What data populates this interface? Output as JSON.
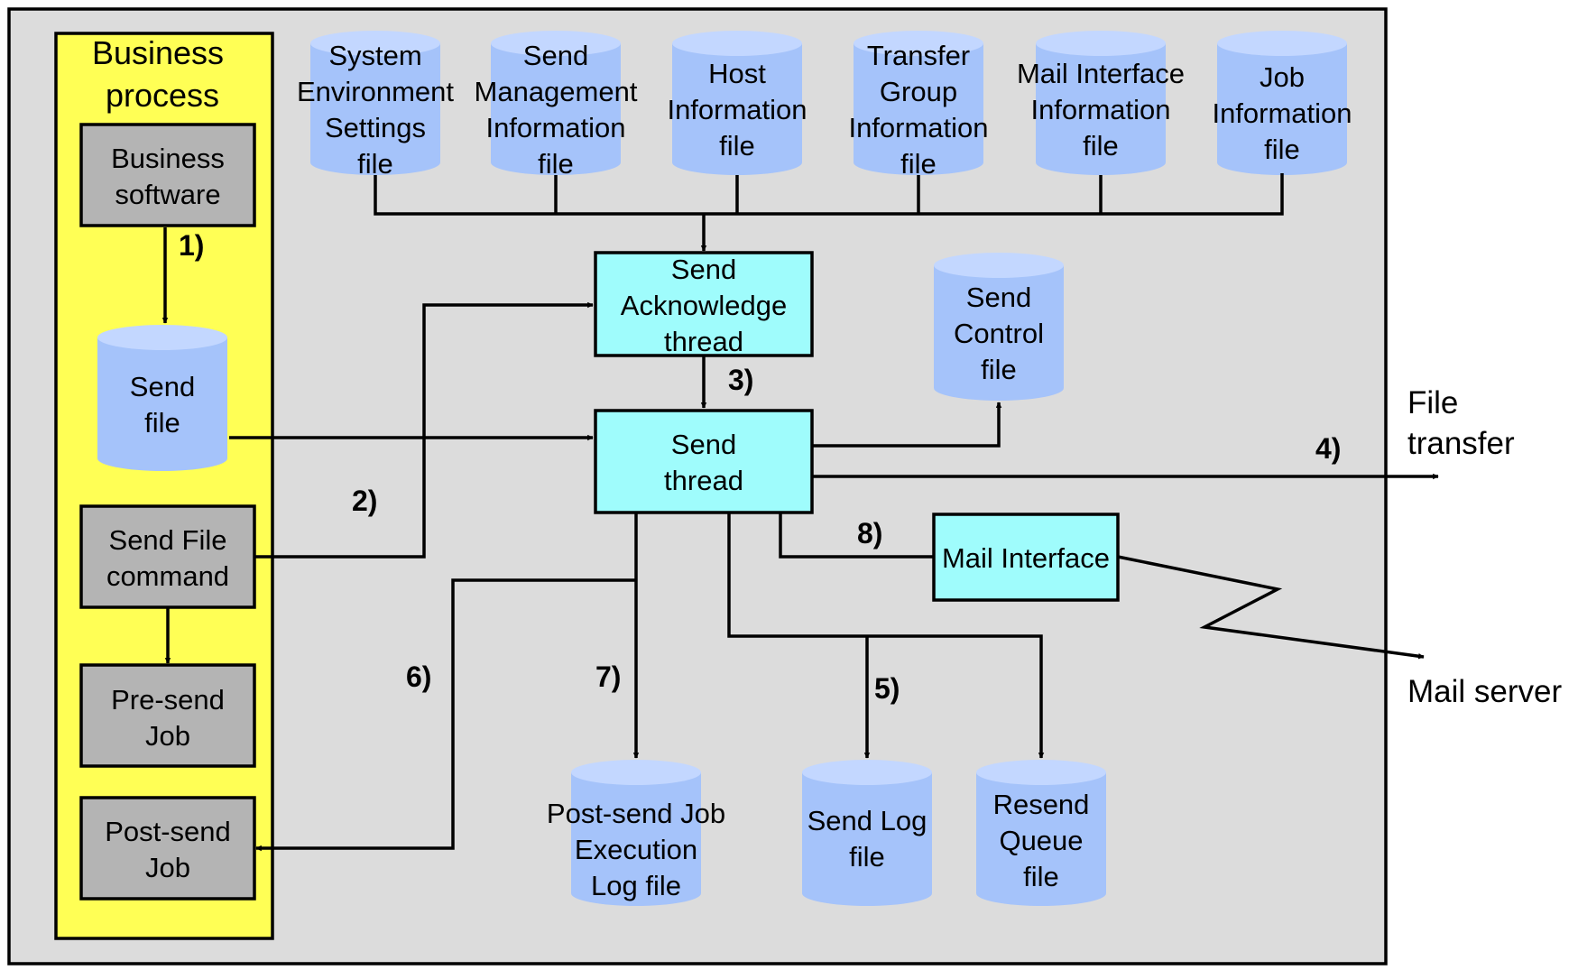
{
  "business_process": {
    "title": [
      "Business",
      "process"
    ],
    "business_software": [
      "Business",
      "software"
    ],
    "send_file": [
      "Send",
      "file"
    ],
    "send_file_command": [
      "Send File",
      "command"
    ],
    "pre_send_job": [
      "Pre-send",
      "Job"
    ],
    "post_send_job": [
      "Post-send",
      "Job"
    ]
  },
  "files": {
    "system_env": [
      "System",
      "Environment",
      "Settings",
      "file"
    ],
    "send_mgmt": [
      "Send",
      "Management",
      "Information",
      "file"
    ],
    "host_info": [
      "Host",
      "Information",
      "file"
    ],
    "transfer_group": [
      "Transfer",
      "Group",
      "Information",
      "file"
    ],
    "mail_interface_info": [
      "Mail Interface",
      "Information",
      "file"
    ],
    "job_info": [
      "Job",
      "Information",
      "file"
    ],
    "send_control": [
      "Send",
      "Control",
      "file"
    ],
    "post_send_log": [
      "Post-send Job",
      "Execution",
      "Log file"
    ],
    "send_log": [
      "Send Log",
      "file"
    ],
    "resend_queue": [
      "Resend",
      "Queue",
      "file"
    ]
  },
  "threads": {
    "send_ack": [
      "Send",
      "Acknowledge",
      "thread"
    ],
    "send_thread": [
      "Send",
      "thread"
    ],
    "mail_interface": [
      "Mail Interface"
    ]
  },
  "steps": {
    "s1": "1)",
    "s2": "2)",
    "s3": "3)",
    "s4": "4)",
    "s5": "5)",
    "s6": "6)",
    "s7": "7)",
    "s8": "8)"
  },
  "external": {
    "file_transfer": [
      "File",
      "transfer"
    ],
    "mail_server": [
      "Mail server"
    ]
  },
  "colors": {
    "background": "#dcdcdc",
    "business_panel": "#ffff55",
    "gray_box": "#b4b4b4",
    "cylinder": "#a5c3fa",
    "cylinder_top": "#c3d7ff",
    "thread_box": "#9ffcfc"
  }
}
